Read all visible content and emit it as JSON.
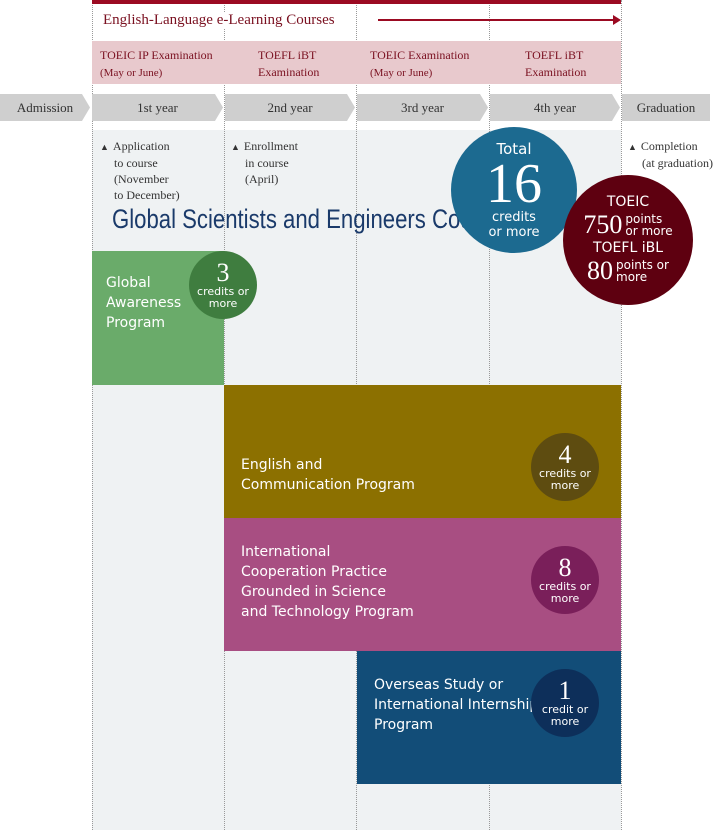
{
  "elearning": "English-Language e-Learning Courses",
  "exams": [
    {
      "title": "TOEIC IP Examination",
      "sub": "(May or June)"
    },
    {
      "title": "TOEFL iBT",
      "sub": "Examination"
    },
    {
      "title": "TOEIC Examination",
      "sub": "(May or June)"
    },
    {
      "title": "TOEFL iBT",
      "sub": "Examination"
    }
  ],
  "timeline": [
    "Admission",
    "1st year",
    "2nd year",
    "3rd year",
    "4th year",
    "Graduation"
  ],
  "notes": {
    "application": [
      "Application",
      "to course",
      "(November",
      "to December)"
    ],
    "enrollment": [
      "Enrollment",
      "in course",
      "(April)"
    ],
    "completion": [
      "Completion",
      "(at graduation)"
    ]
  },
  "course_title": "Global Scientists and Engineers Course",
  "total": {
    "label": "Total",
    "value": "16",
    "unit1": "credits",
    "unit2": "or more"
  },
  "requirement": {
    "toeic_label": "TOEIC",
    "toeic_value": "750",
    "toeic_unit1": "points",
    "toeic_unit2": "or more",
    "toefl_label": "TOEFL iBL",
    "toefl_value": "80",
    "toefl_unit1": "points or",
    "toefl_unit2": "more"
  },
  "programs": [
    {
      "name": [
        "Global",
        "Awareness",
        "Program"
      ],
      "credits": "3",
      "unit1": "credits or",
      "unit2": "more",
      "color": "#6aab6a",
      "circle": "#3f7d3f"
    },
    {
      "name": [
        "English and",
        "Communication Program"
      ],
      "credits": "4",
      "unit1": "credits or",
      "unit2": "more",
      "color": "#8c7000",
      "circle": "#5e4c10"
    },
    {
      "name": [
        "International",
        "Cooperation Practice",
        "Grounded in Science",
        "and Technology Program"
      ],
      "credits": "8",
      "unit1": "credits or",
      "unit2": "more",
      "color": "#a84e82",
      "circle": "#7a1f5a"
    },
    {
      "name": [
        "Overseas Study or",
        "International Internship",
        "Program"
      ],
      "credits": "1",
      "unit1": "credit or",
      "unit2": "more",
      "color": "#124d78",
      "circle": "#0d2f5a"
    }
  ]
}
